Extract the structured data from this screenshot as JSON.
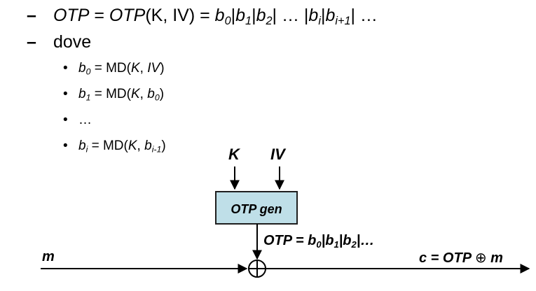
{
  "bullets": {
    "dash": "–",
    "line1": {
      "lhs": "OTP",
      "eq": " = ",
      "fn": "OTP",
      "args": "(K, IV)",
      "eq2": " = ",
      "b": "b",
      "s0": "0",
      "s1": "1",
      "s2": "2",
      "dots1": "| …  |",
      "si": "i",
      "si1": "i+1",
      "tail": "| …",
      "sep": "|"
    },
    "line2": {
      "text": "dove"
    },
    "sub": [
      {
        "var": "b",
        "sub": "0",
        "eq": " = MD(",
        "k": "K",
        "comma": ", ",
        "arg": "IV",
        "argsub": "",
        "close": ")"
      },
      {
        "var": "b",
        "sub": "1",
        "eq": " = MD(",
        "k": "K",
        "comma": ", ",
        "arg": "b",
        "argsub": "0",
        "close": ")"
      },
      {
        "var": "…",
        "sub": "",
        "eq": "",
        "k": "",
        "comma": "",
        "arg": "",
        "argsub": "",
        "close": ""
      },
      {
        "var": "b",
        "sub": "i",
        "eq": " = MD(",
        "k": "K",
        "comma": ", ",
        "arg": "b",
        "argsub": "i-1",
        "close": ")"
      }
    ],
    "bullet_dot": "•"
  },
  "diagram": {
    "input_k": "K",
    "input_iv": "IV",
    "box_label": "OTP gen",
    "otp_out": {
      "pre": "OTP = b",
      "s0": "0",
      "mid1": "|b",
      "s1": "1",
      "mid2": "|b",
      "s2": "2",
      "tail": "|…"
    },
    "message": "m",
    "cipher": {
      "pre": "c = OTP ",
      "xor": "⊕",
      "post": " m"
    },
    "colors": {
      "box_fill": "#bfdfe8",
      "box_stroke": "#1f1f1f",
      "stroke": "#000000"
    }
  }
}
